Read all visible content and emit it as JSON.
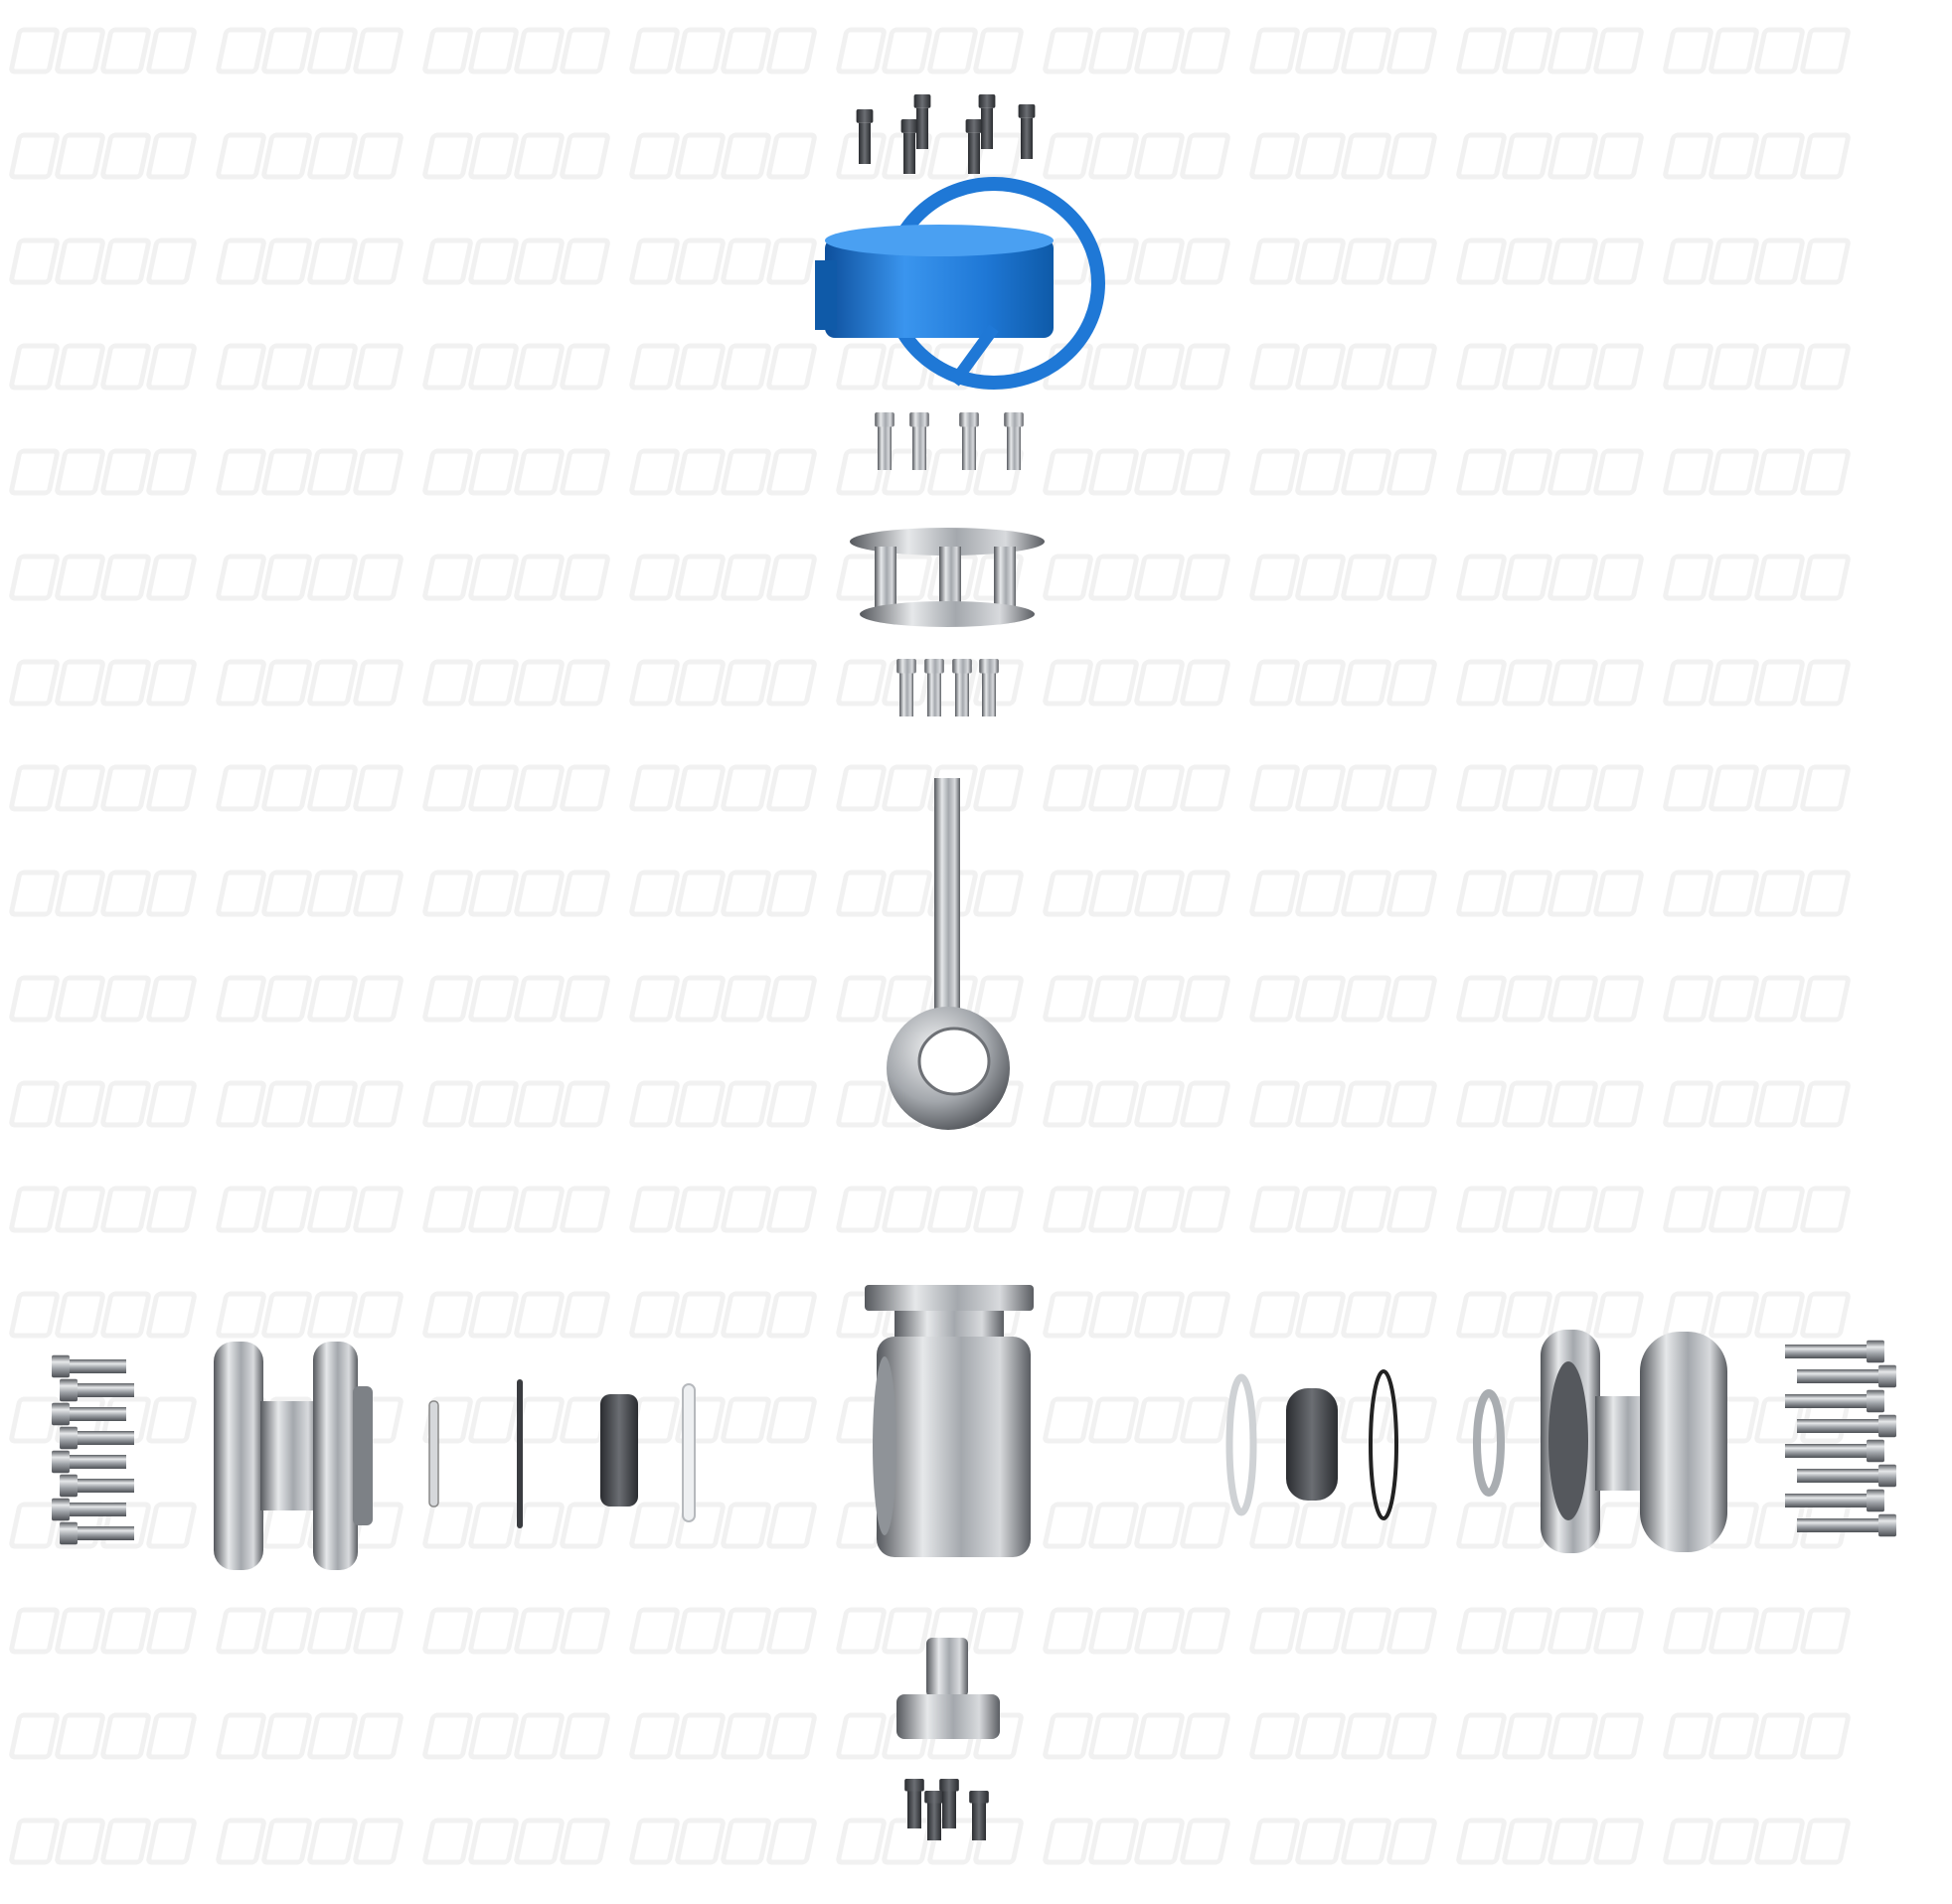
{
  "image": {
    "kind": "exploded view render of a trunnion-mounted ball valve with worm gear operator",
    "watermark_text": "高工阀门"
  },
  "colors": {
    "background": "#ffffff",
    "operator_blue": "#1f78d6",
    "steel_light": "#e4e6e8",
    "steel_mid": "#9a9ea3",
    "steel_dark": "#4a4d52",
    "watermark": "#f1f1f1"
  },
  "parts": [
    "top-bolts",
    "gear-operator",
    "mounting-studs",
    "mounting-bracket",
    "bracket-screws",
    "stem-and-ball",
    "valve-body",
    "left-flange-bolts",
    "left-end-cap",
    "left-gasket",
    "left-o-ring",
    "left-seat",
    "left-seat-ring",
    "right-seat-ring",
    "right-seat",
    "right-o-ring",
    "right-gasket",
    "right-end-cap",
    "right-flange-bolts",
    "lower-trunnion",
    "trunnion-screws"
  ]
}
